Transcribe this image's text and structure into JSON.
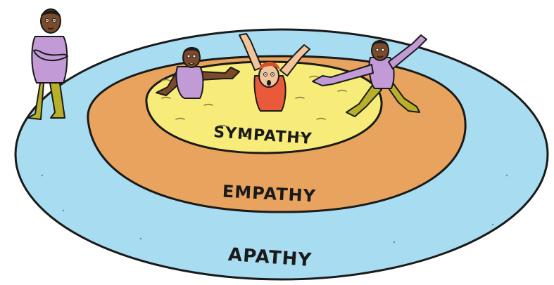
{
  "rings": {
    "inner": {
      "label": "SYMPATHY"
    },
    "middle": {
      "label": "EMPATHY"
    },
    "outer": {
      "label": "APATHY"
    }
  },
  "colors": {
    "outer_fill": "#a8dcf0",
    "middle_fill": "#e8a45e",
    "inner_fill": "#f7ec7a",
    "shirt_purple": "#c29ad6",
    "shirt_red": "#e85a3a",
    "pants_olive": "#b8b02a",
    "skin": "#7a4a2a",
    "skin_light": "#f2c49a",
    "hair_red": "#d8502a"
  },
  "figures": [
    {
      "name": "apathetic-bystander",
      "pose": "arms-crossed"
    },
    {
      "name": "sympathizer-in-pit",
      "pose": "reaching"
    },
    {
      "name": "person-in-distress",
      "pose": "arms-raised"
    },
    {
      "name": "empathizer-on-edge",
      "pose": "reaching"
    }
  ]
}
